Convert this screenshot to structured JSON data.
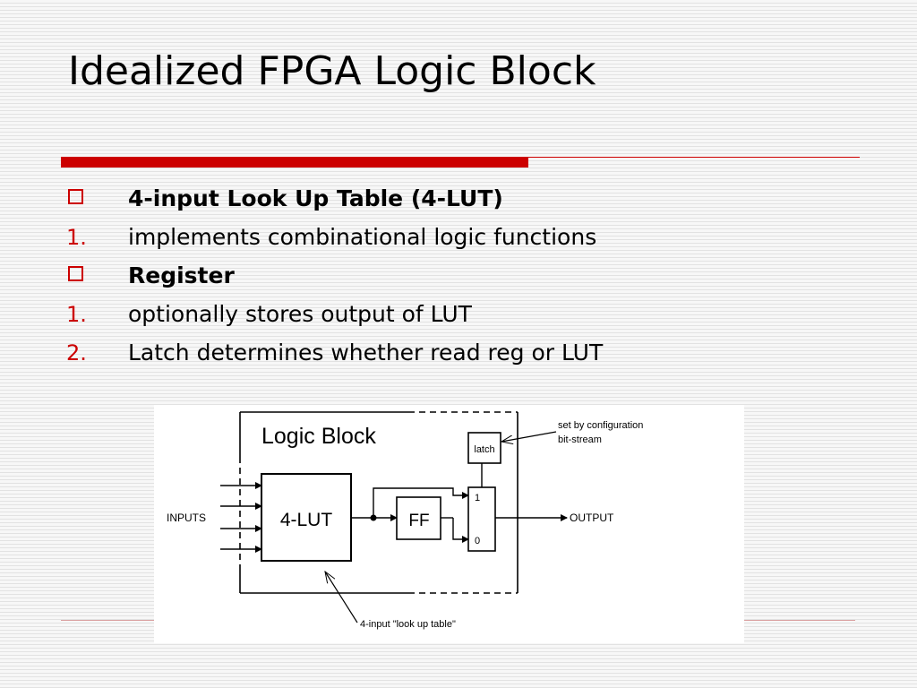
{
  "slide": {
    "title": "Idealized FPGA Logic Block",
    "bullets": [
      {
        "marker": "box",
        "text": "4-input Look Up Table (4-LUT)",
        "bold": true
      },
      {
        "marker": "1.",
        "text": "implements combinational logic functions",
        "bold": false
      },
      {
        "marker": "box",
        "text": "Register",
        "bold": true
      },
      {
        "marker": "1.",
        "text": "optionally stores output of LUT",
        "bold": false
      },
      {
        "marker": "2.",
        "text": "Latch determines whether read reg or LUT",
        "bold": false
      }
    ]
  },
  "diagram": {
    "block_title": "Logic Block",
    "lut_label": "4-LUT",
    "ff_label": "FF",
    "latch_label": "latch",
    "mux_in1": "1",
    "mux_in0": "0",
    "inputs_label": "INPUTS",
    "output_label": "OUTPUT",
    "config_note_line1": "set by configuration",
    "config_note_line2": "bit-stream",
    "lut_note": "4-input \"look up table\""
  },
  "colors": {
    "accent": "#cc0000",
    "text": "#000000"
  }
}
